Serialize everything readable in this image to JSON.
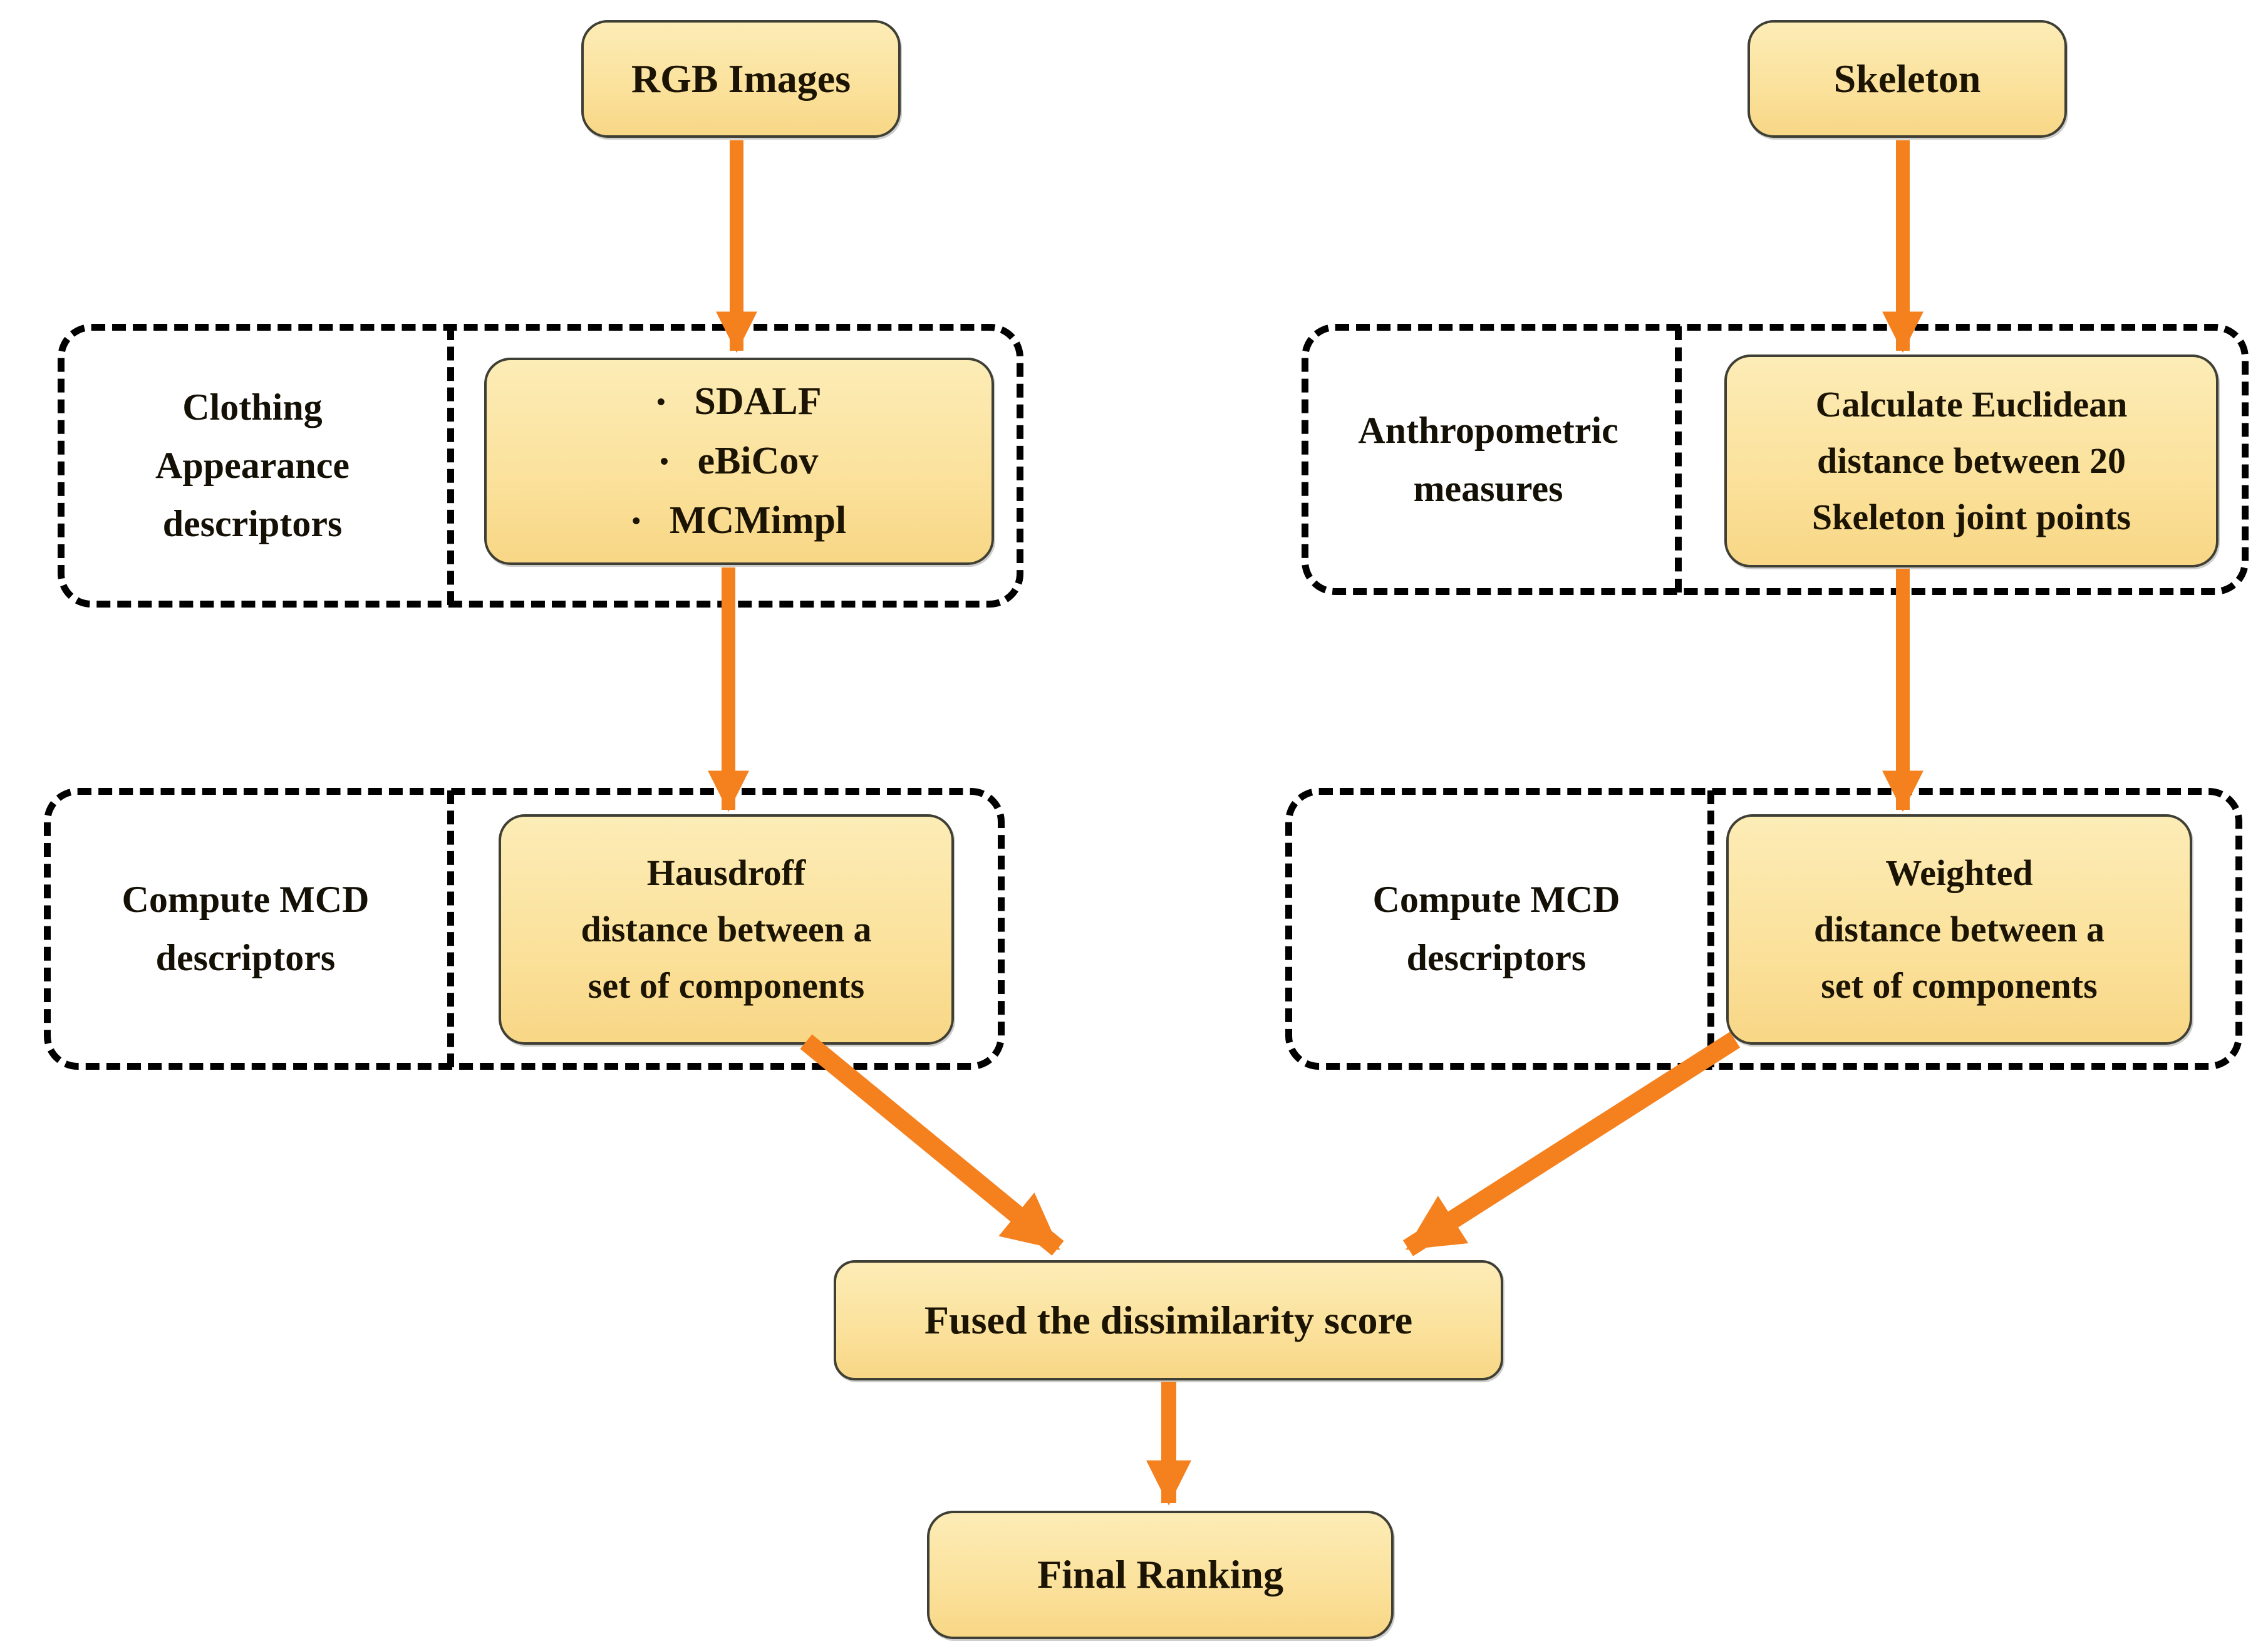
{
  "diagram": {
    "figure_type": "flowchart",
    "background": "#FFFFFF",
    "colors": {
      "node_fill": "#FBE29D",
      "node_fill_top": "#FCECB6",
      "node_fill_bottom": "#F8D786",
      "node_border": "#3F3F35",
      "dashed_border": "#000000",
      "arrow": "#F5801E",
      "text": "#1C1403"
    },
    "nodes": {
      "rgb_images": {
        "label": "RGB Images"
      },
      "skeleton": {
        "label": "Skeleton"
      },
      "clothing_appearance": {
        "label": "Clothing\nAppearance\ndescriptors"
      },
      "appearance_methods": {
        "bullet": "•",
        "items": [
          "SDALF",
          "eBiCov",
          "MCMimpl"
        ]
      },
      "anthropometric_measures": {
        "label": "Anthropometric\nmeasures"
      },
      "euclidean_distance": {
        "label": "Calculate Euclidean\ndistance between 20\nSkeleton joint points"
      },
      "compute_mcd_left": {
        "label": "Compute MCD\ndescriptors"
      },
      "hausdroff_distance": {
        "label": "Hausdroff\ndistance between a\nset of components"
      },
      "compute_mcd_right": {
        "label": "Compute MCD\ndescriptors"
      },
      "weighted_distance": {
        "label": "Weighted\ndistance between a\nset of components"
      },
      "fused_score": {
        "label": "Fused the dissimilarity score"
      },
      "final_ranking": {
        "label": "Final Ranking"
      }
    },
    "edges": [
      {
        "from": "rgb_images",
        "to": "appearance_methods"
      },
      {
        "from": "appearance_methods",
        "to": "hausdroff_distance"
      },
      {
        "from": "hausdroff_distance",
        "to": "fused_score"
      },
      {
        "from": "skeleton",
        "to": "euclidean_distance"
      },
      {
        "from": "euclidean_distance",
        "to": "weighted_distance"
      },
      {
        "from": "weighted_distance",
        "to": "fused_score"
      },
      {
        "from": "fused_score",
        "to": "final_ranking"
      }
    ]
  }
}
